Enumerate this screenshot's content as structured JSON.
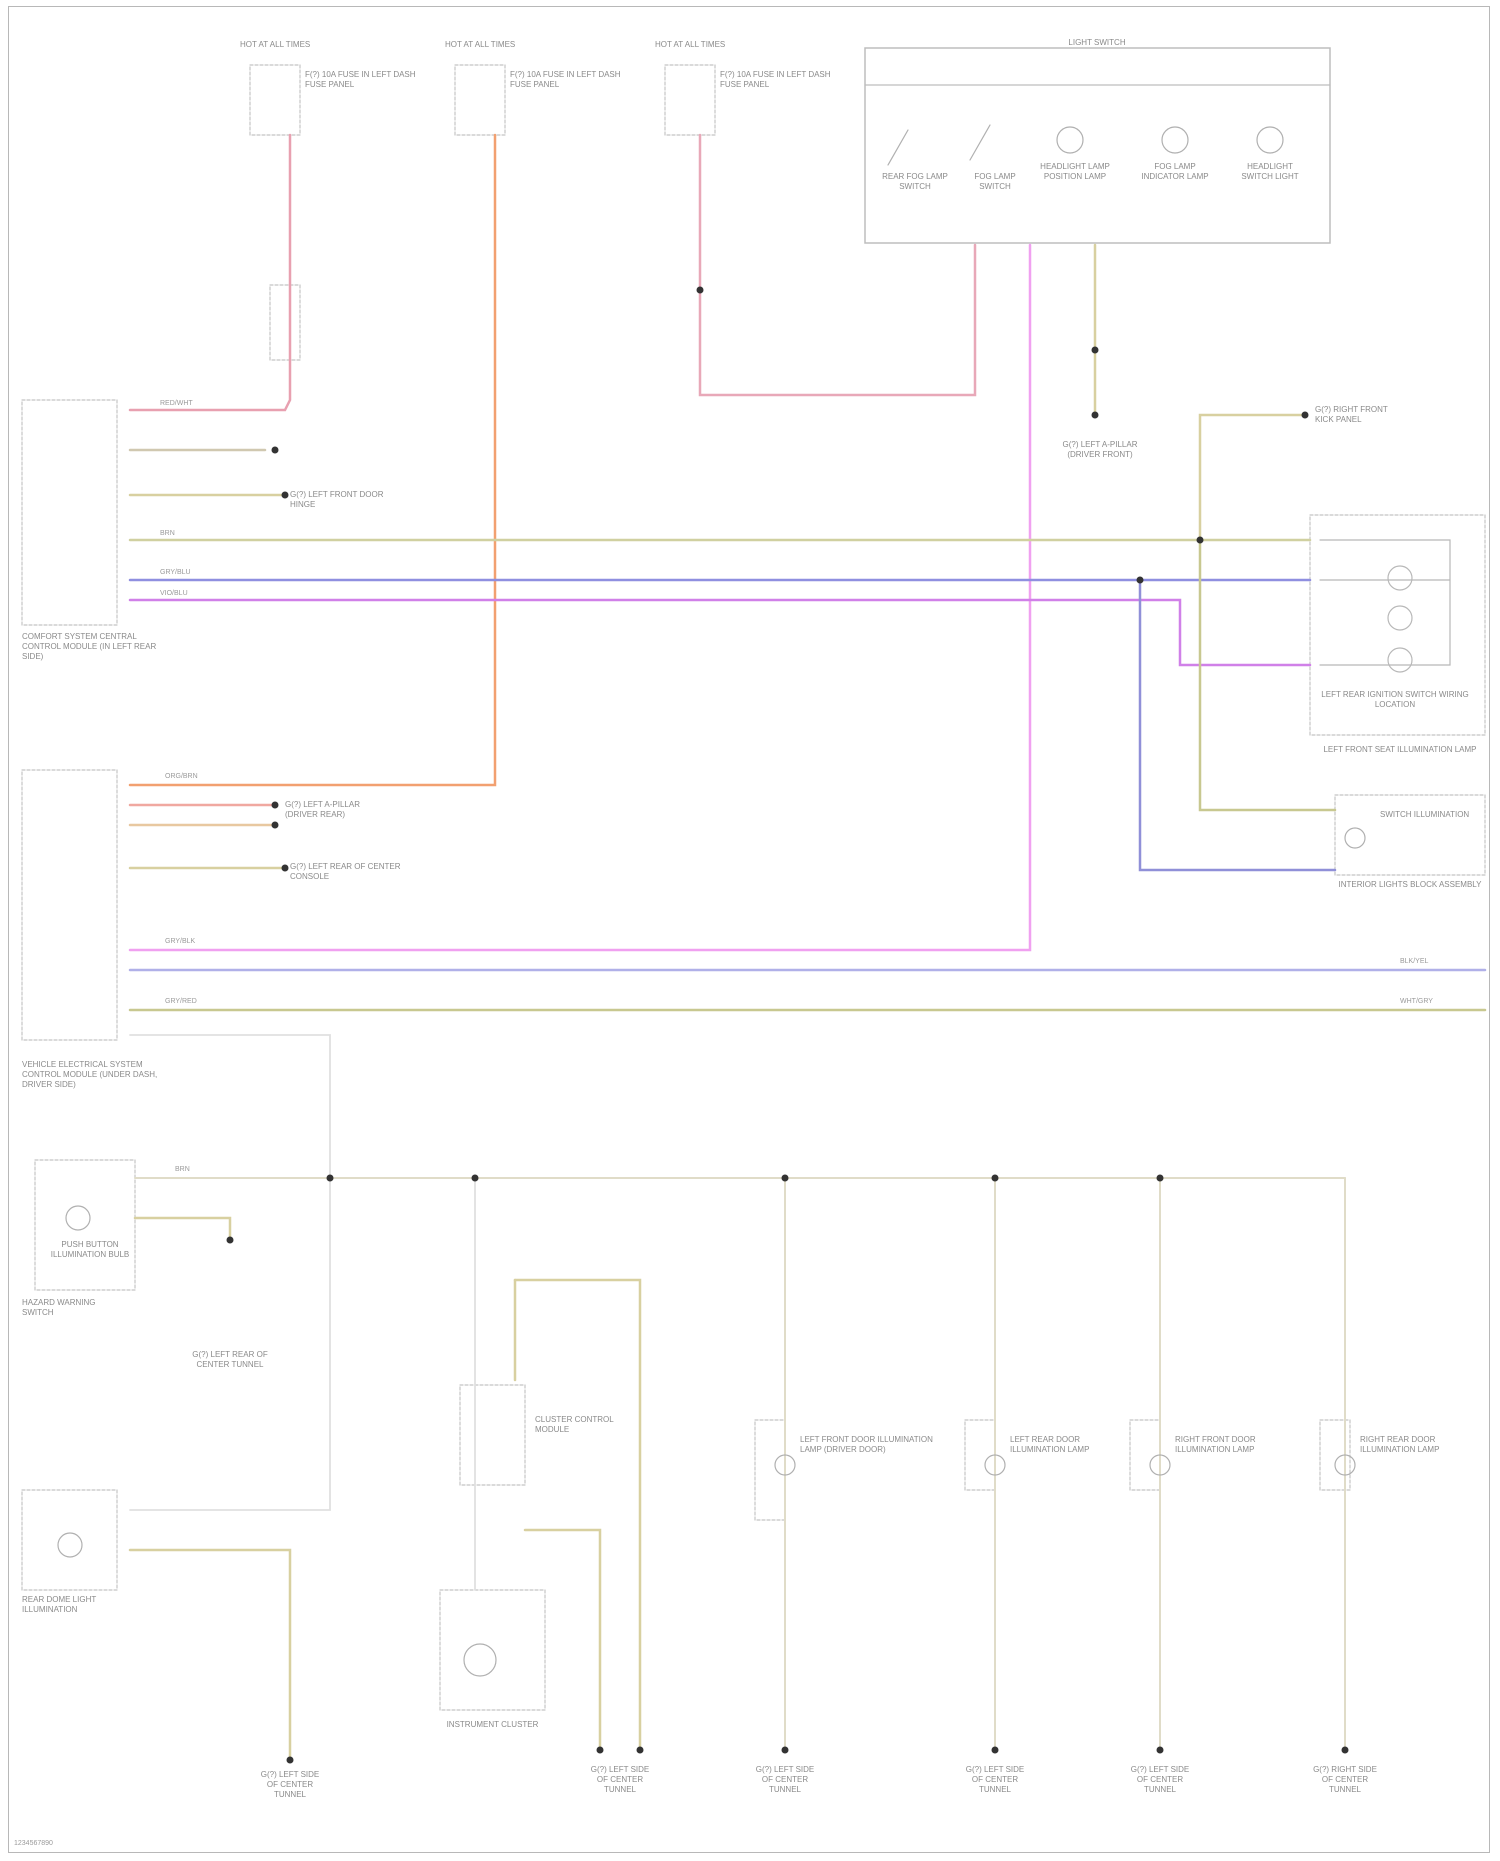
{
  "colors": {
    "wire_red": "#e8a0b0",
    "wire_orange": "#f2a070",
    "wire_yellow_brown": "#d8d0a0",
    "wire_blue": "#8f8fe0",
    "wire_violet": "#d080e8",
    "wire_pink": "#f0a0f0",
    "wire_olive": "#c8c890",
    "component_border": "#bfbfbf",
    "text": "#8a8a8a"
  },
  "fuses": [
    {
      "header": "HOT AT ALL TIMES",
      "label": "F(?) 10A FUSE IN LEFT DASH FUSE PANEL"
    },
    {
      "header": "HOT AT ALL TIMES",
      "label": "F(?) 10A FUSE IN LEFT DASH FUSE PANEL"
    },
    {
      "header": "HOT AT ALL TIMES",
      "label": "F(?) 10A FUSE IN LEFT DASH FUSE PANEL"
    }
  ],
  "light_switch": {
    "title": "LIGHT SWITCH",
    "items": [
      "REAR FOG LAMP SWITCH",
      "FOG LAMP SWITCH",
      "HEADLIGHT LAMP POSITION LAMP",
      "FOG LAMP INDICATOR LAMP",
      "HEADLIGHT SWITCH LIGHT"
    ]
  },
  "components": {
    "comfort_module": "COMFORT SYSTEM CENTRAL CONTROL MODULE (IN LEFT REAR SIDE)",
    "vehicle_module": "VEHICLE ELECTRICAL SYSTEM CONTROL MODULE (UNDER DASH, DRIVER SIDE)",
    "right_connector": "LEFT REAR IGNITION SWITCH WIRING LOCATION",
    "illum_lamp": "LEFT FRONT SEAT ILLUMINATION LAMP",
    "light_block": "INTERIOR LIGHTS BLOCK ASSEMBLY",
    "ground_switch": "SWITCH ILLUMINATION",
    "push_button": "PUSH BUTTON ILLUMINATION BULB",
    "hazard_switch": "HAZARD WARNING SWITCH",
    "rear_light": "REAR DOME LIGHT ILLUMINATION",
    "instrument_cluster": "INSTRUMENT CLUSTER",
    "cluster_switch": "CLUSTER CONTROL MODULE",
    "lamp_1": "LEFT FRONT DOOR ILLUMINATION LAMP (DRIVER DOOR)",
    "lamp_2": "LEFT REAR DOOR ILLUMINATION LAMP",
    "lamp_3": "RIGHT FRONT DOOR ILLUMINATION LAMP",
    "lamp_4": "RIGHT REAR DOOR ILLUMINATION LAMP"
  },
  "grounds": [
    "G(?) LEFT A-PILLAR (DRIVER FRONT)",
    "G(?) RIGHT FRONT KICK PANEL",
    "G(?) LEFT FRONT DOOR HINGE",
    "G(?) LEFT A-PILLAR (DRIVER REAR)",
    "G(?) LEFT REAR OF CENTER CONSOLE",
    "G(?) LEFT REAR OF CENTER TUNNEL",
    "G(?) LEFT SIDE OF CENTER TUNNEL",
    "G(?) LEFT SIDE OF CENTER TUNNEL",
    "G(?) LEFT SIDE OF CENTER TUNNEL",
    "G(?) LEFT SIDE OF CENTER TUNNEL",
    "G(?) LEFT SIDE OF CENTER TUNNEL",
    "G(?) RIGHT SIDE OF CENTER TUNNEL"
  ],
  "wire_labels": {
    "red_wh": "RED/WHT",
    "brn": "BRN",
    "gry_blu": "GRY/BLU",
    "vio": "VIO/BLU",
    "org": "ORG/BRN",
    "gry": "GRY/BLK",
    "gry_red": "GRY/RED",
    "blk_yel": "BLK/YEL",
    "wht_gry": "WHT/GRY"
  },
  "page_id": "1234567890"
}
